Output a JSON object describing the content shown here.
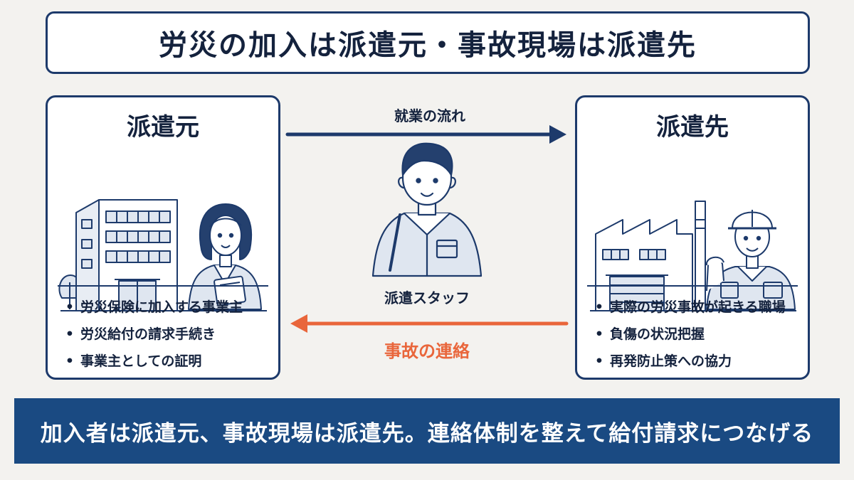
{
  "title": "労災の加入は派遣元・事故現場は派遣先",
  "dispatcher": {
    "heading": "派遣元",
    "items": [
      "労災保険に加入する事業主",
      "労災給付の請求手続き",
      "事業主としての証明"
    ]
  },
  "client": {
    "heading": "派遣先",
    "items": [
      "実際の労災事故が起きる職場",
      "負傷の状況把握",
      "再発防止策への協力"
    ]
  },
  "flow": {
    "work_label": "就業の流れ",
    "accident_label": "事故の連絡",
    "staff_label": "派遣スタッフ"
  },
  "banner": "加入者は派遣元、事故現場は派遣先。連絡体制を整えて給付請求につなげる",
  "colors": {
    "navy": "#1d3a6b",
    "banner": "#1a4a82",
    "accent_orange": "#e9663b"
  },
  "icons": [
    "office-building-icon",
    "office-worker-icon",
    "dispatched-staff-icon",
    "factory-icon",
    "construction-worker-icon",
    "tree-icon"
  ]
}
